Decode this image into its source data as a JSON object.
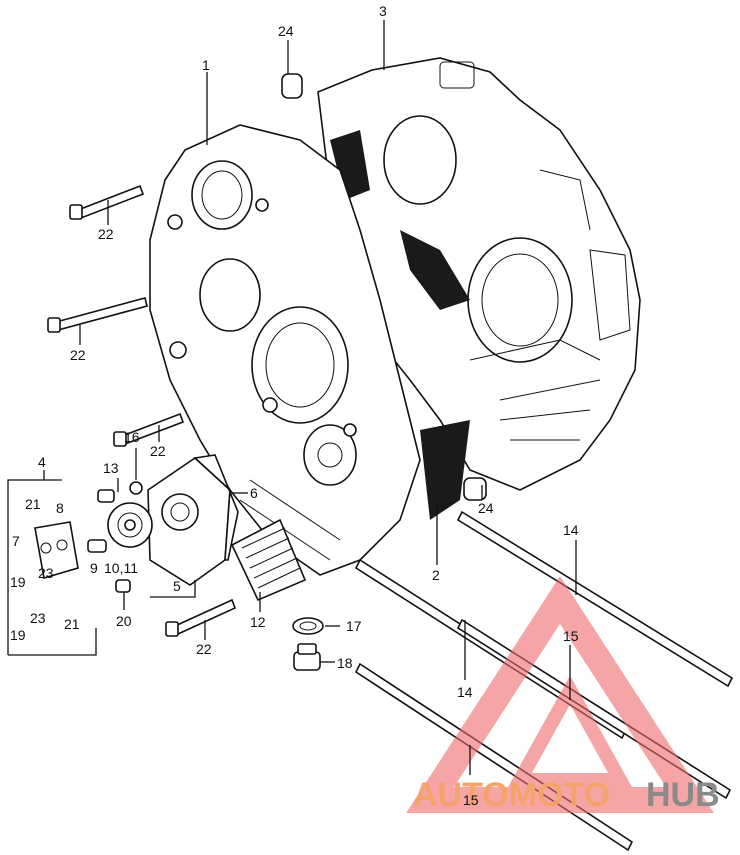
{
  "callouts": {
    "c1": "1",
    "c2": "2",
    "c3": "3",
    "c4": "4",
    "c5": "5",
    "c6": "6",
    "c7": "7",
    "c8": "8",
    "c9": "9",
    "c10_11": "10,11",
    "c12": "12",
    "c13": "13",
    "c14a": "14",
    "c14b": "14",
    "c15a": "15",
    "c15b": "15",
    "c16": "16",
    "c17": "17",
    "c18": "18",
    "c19a": "19",
    "c19b": "19",
    "c20": "20",
    "c21a": "21",
    "c21b": "21",
    "c22a": "22",
    "c22b": "22",
    "c22c": "22",
    "c22d": "22",
    "c23a": "23",
    "c23b": "23",
    "c24a": "24",
    "c24b": "24"
  },
  "watermark": {
    "part1": "AUTOMOTO",
    "part2": "HUB",
    "color1": "#f4a46b",
    "color2": "#8a8a8a",
    "triangle_color": "#f06a6a"
  }
}
